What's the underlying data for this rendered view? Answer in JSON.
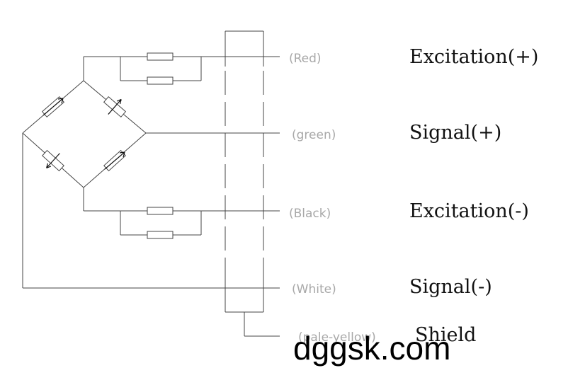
{
  "wires": [
    {
      "id": "red",
      "color_label": "(Red)",
      "function": "Excitation(+)"
    },
    {
      "id": "green",
      "color_label": "(green)",
      "function": "Signal(+)"
    },
    {
      "id": "black",
      "color_label": "(Black)",
      "function": "Excitation(-)"
    },
    {
      "id": "white",
      "color_label": "(White)",
      "function": "Signal(-)"
    },
    {
      "id": "shield",
      "color_label": "(pale-yellow)",
      "function": "Shield"
    }
  ],
  "watermark": "dggsk.com",
  "colors": {
    "line": "#444444",
    "color_label": "#a8a8a8",
    "text": "#111111"
  }
}
